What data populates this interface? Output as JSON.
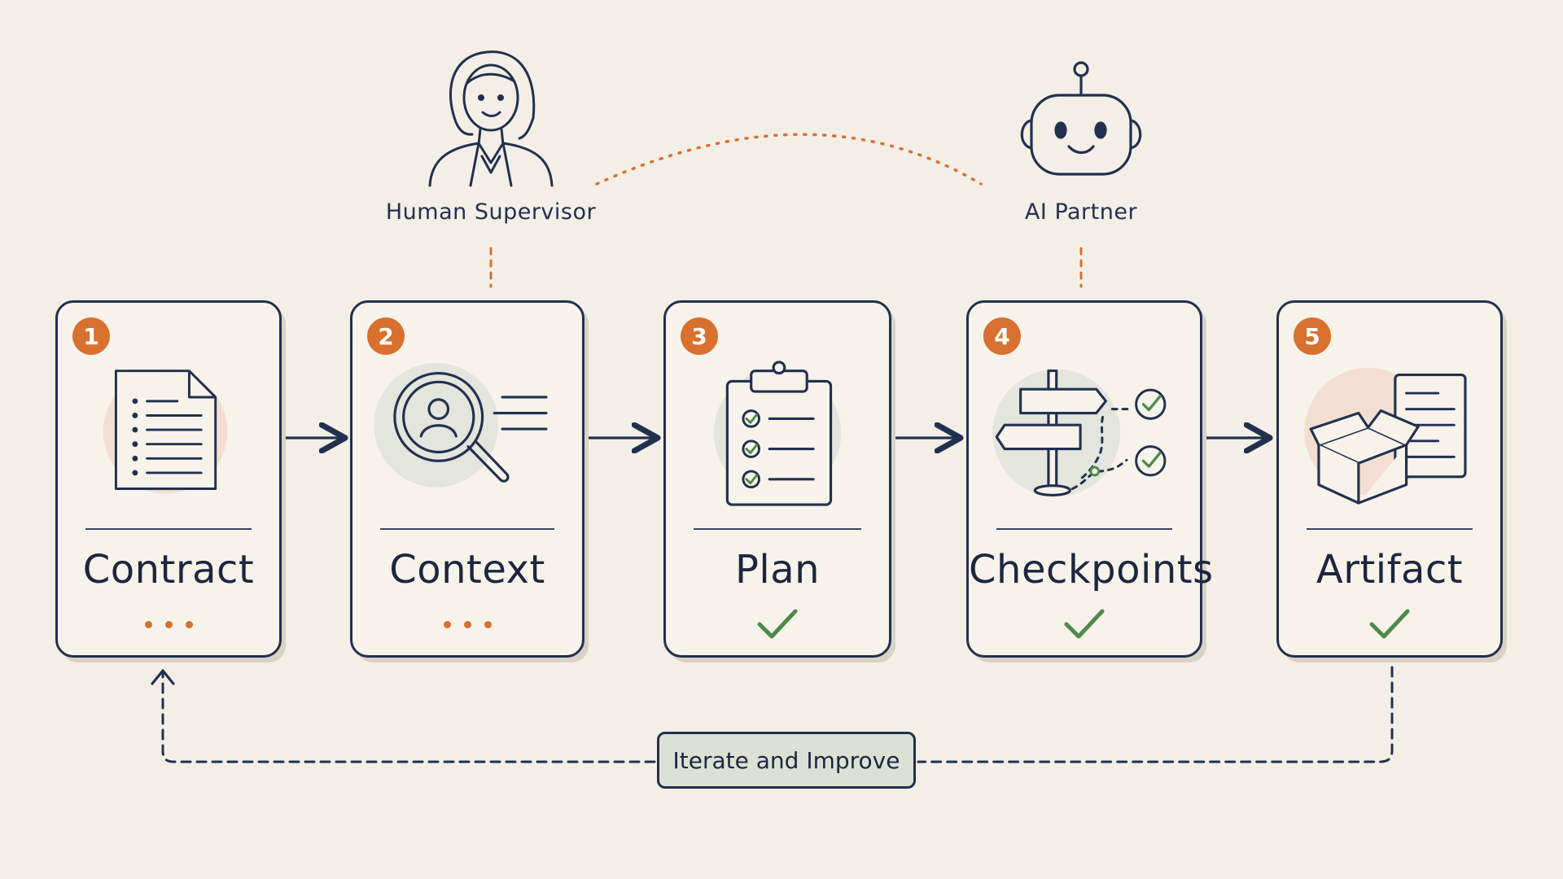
{
  "actors": {
    "human": {
      "label": "Human Supervisor",
      "icon": "human-supervisor-icon"
    },
    "ai": {
      "label": "AI Partner",
      "icon": "robot-icon"
    }
  },
  "steps": [
    {
      "number": "1",
      "title": "Contract",
      "icon": "document-list-icon",
      "status": "pending"
    },
    {
      "number": "2",
      "title": "Context",
      "icon": "magnifier-person-icon",
      "status": "pending"
    },
    {
      "number": "3",
      "title": "Plan",
      "icon": "clipboard-checklist-icon",
      "status": "done"
    },
    {
      "number": "4",
      "title": "Checkpoints",
      "icon": "signpost-icon",
      "status": "done"
    },
    {
      "number": "5",
      "title": "Artifact",
      "icon": "box-document-icon",
      "status": "done"
    }
  ],
  "loop": {
    "label": "Iterate and Improve"
  },
  "colors": {
    "ink": "#22304f",
    "accent": "#d8702f",
    "check": "#4f8a4a",
    "background": "#f3efe6",
    "card": "#f7f3ea",
    "loop_box": "#dde0d5"
  }
}
